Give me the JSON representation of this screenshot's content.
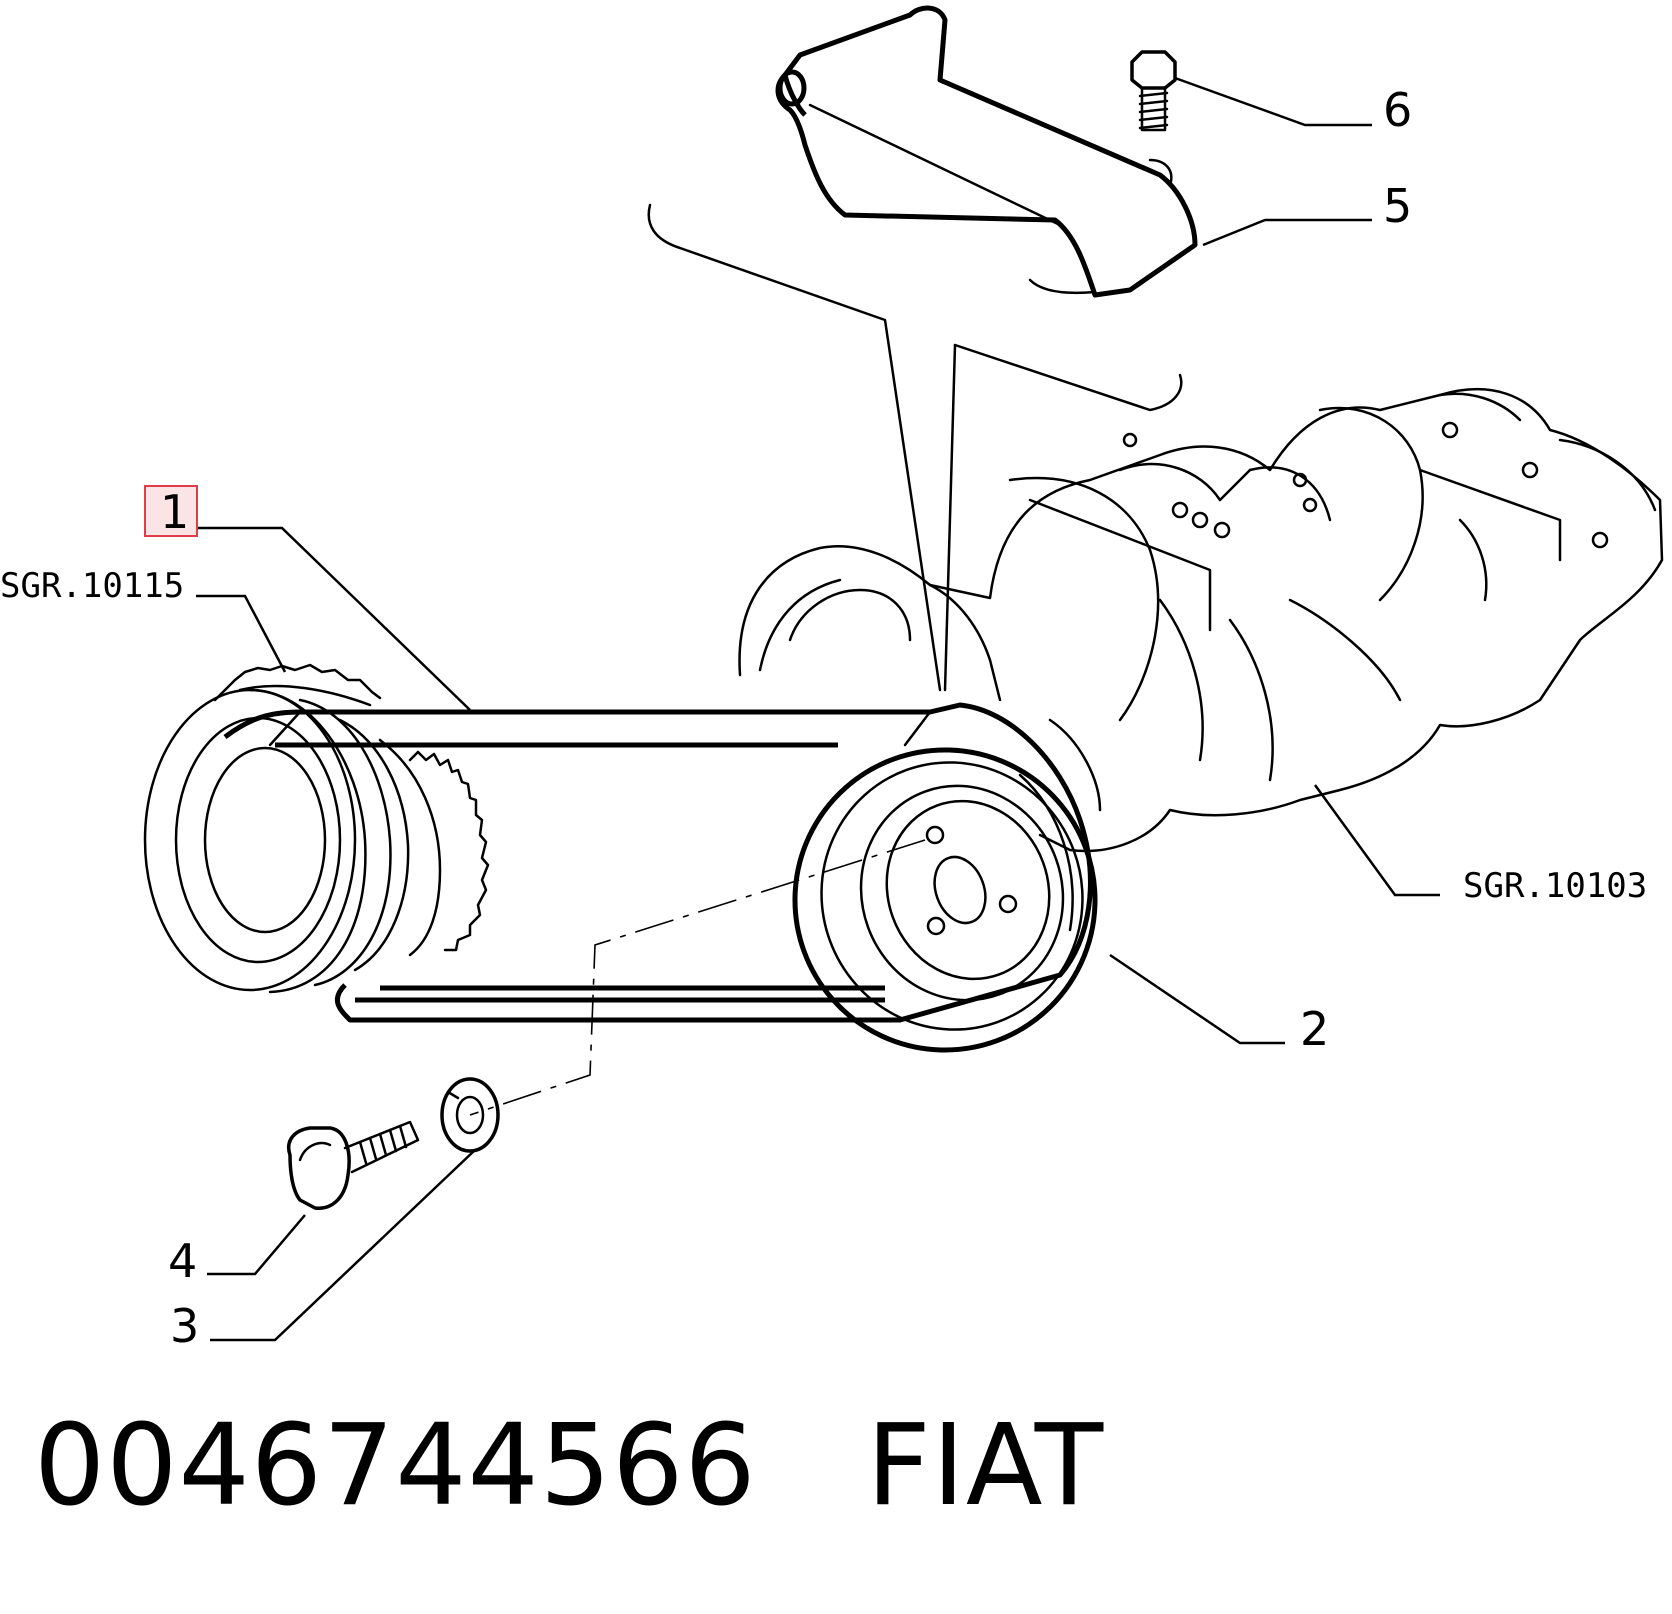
{
  "callouts": {
    "c1": "1",
    "c2": "2",
    "c3": "3",
    "c4": "4",
    "c5": "5",
    "c6": "6"
  },
  "references": {
    "sgr_left": "SGR.10115",
    "sgr_right": "SGR.10103"
  },
  "highlight_color": "#e23c4a",
  "footer": {
    "part_number": "0046744566",
    "brand": "FIAT"
  }
}
